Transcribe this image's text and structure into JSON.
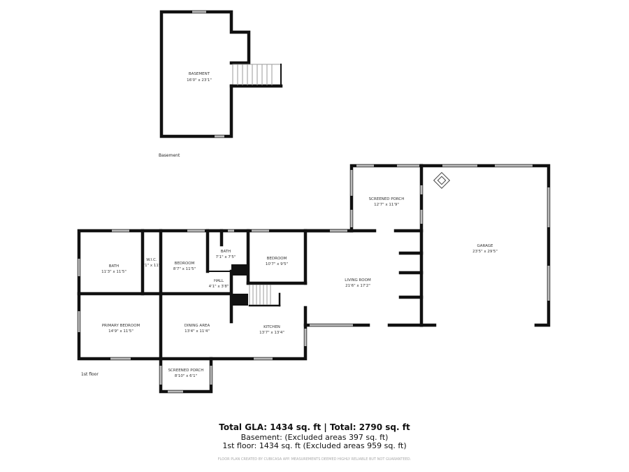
{
  "basement": {
    "floor_label": "Basement",
    "rooms": [
      {
        "name": "BASEMENT",
        "size": "16'0\" x 23'1\""
      }
    ]
  },
  "first_floor": {
    "floor_label": "1st floor",
    "rooms": [
      {
        "name": "BATH",
        "size": "11'3\" x 11'5\""
      },
      {
        "name": "W.I.C.",
        "size": "'1\" x 11'"
      },
      {
        "name": "BEDROOM",
        "size": "8'7\" x 11'5\""
      },
      {
        "name": "BATH",
        "size": "7'1\" x 7'5\""
      },
      {
        "name": "BEDROOM",
        "size": "10'7\" x 9'5\""
      },
      {
        "name": "HALL",
        "size": "4'1\" x 3'8\""
      },
      {
        "name": "PRIMARY BEDROOM",
        "size": "14'9\" x 11'5\""
      },
      {
        "name": "DINING AREA",
        "size": "13'4\" x 11'4\""
      },
      {
        "name": "KITCHEN",
        "size": "13'7\" x 13'4\""
      },
      {
        "name": "SCREENED PORCH",
        "size": "8'10\" x 6'1\""
      },
      {
        "name": "LIVING ROOM",
        "size": "21'6\" x 17'2\""
      },
      {
        "name": "SCREENED PORCH",
        "size": "12'7\" x 11'9\""
      },
      {
        "name": "GARAGE",
        "size": "23'5\" x 29'5\""
      }
    ]
  },
  "summary": {
    "total": "Total GLA: 1434 sq. ft | Total: 2790 sq. ft",
    "basement_line": "Basement: (Excluded areas 397 sq. ft)",
    "first_floor_line": "1st floor: 1434 sq. ft (Excluded areas 959 sq. ft)",
    "disclaimer": "FLOOR PLAN CREATED BY CUBICASA APP. MEASUREMENTS DEEMED HIGHLY RELIABLE BUT NOT GUARANTEED."
  }
}
